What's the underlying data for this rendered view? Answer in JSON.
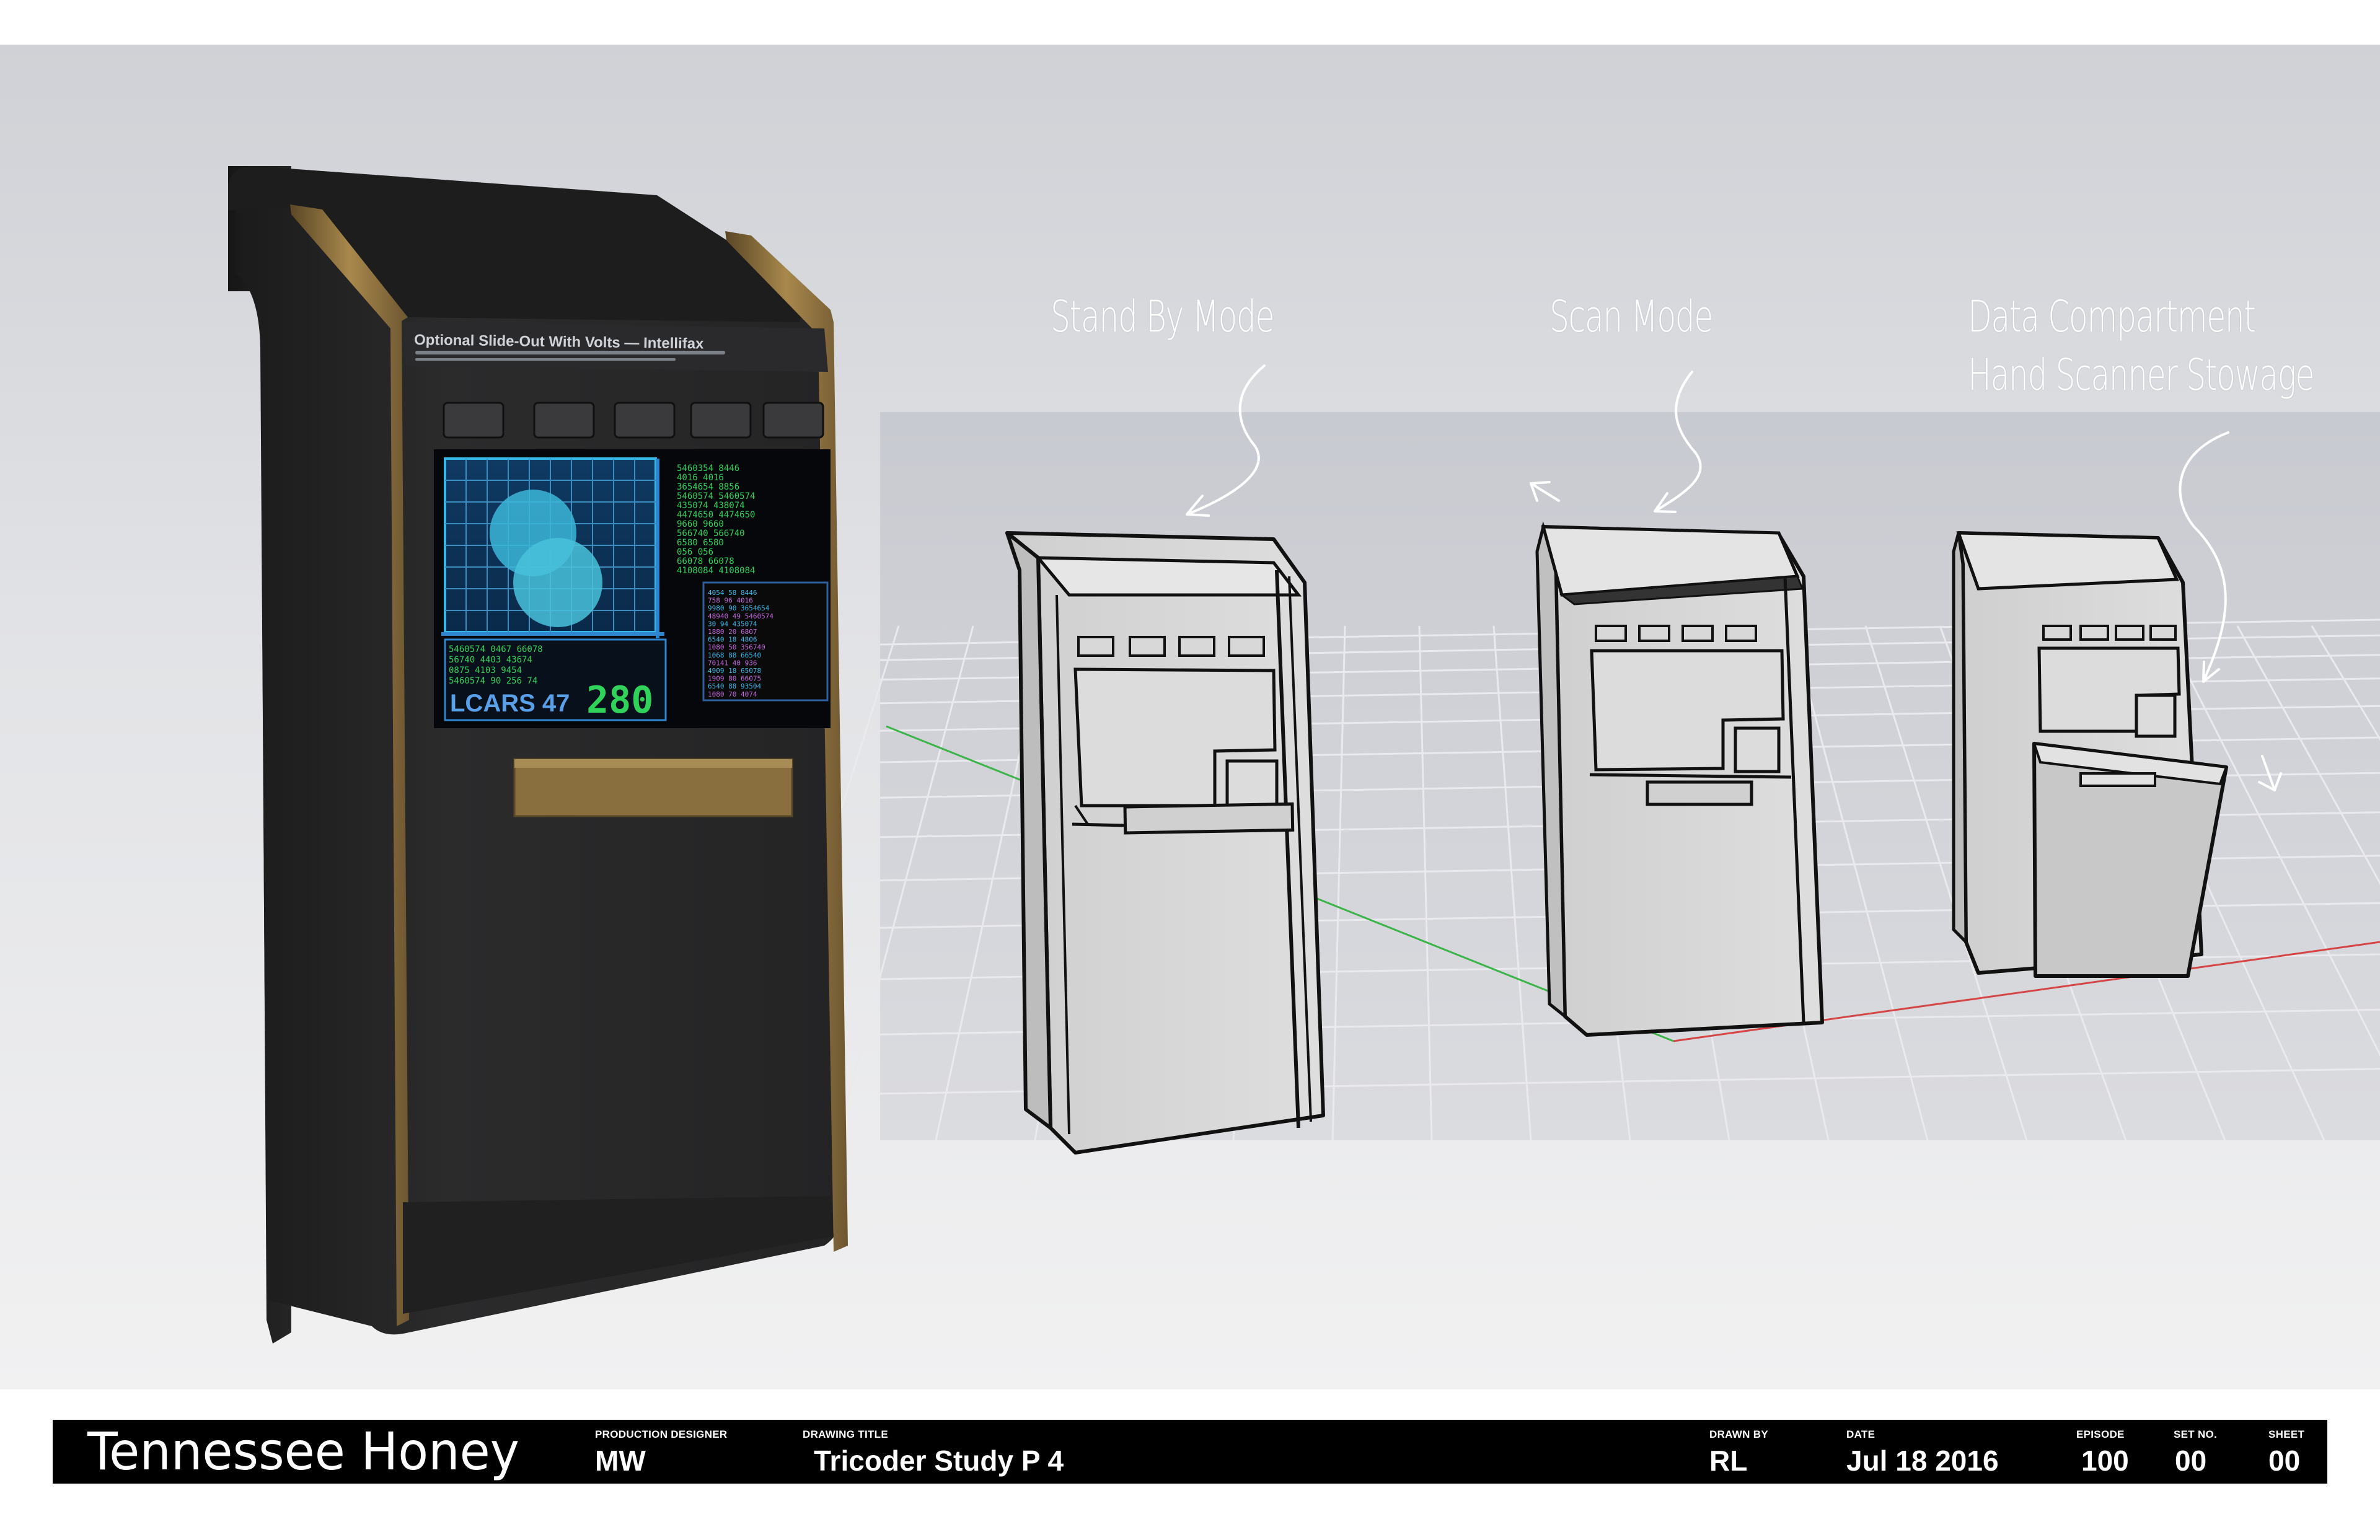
{
  "callouts": {
    "standby": "Stand By Mode",
    "scan": "Scan Mode",
    "data_line1": "Data Compartment",
    "data_line2": "Hand Scanner Stowage"
  },
  "console_label": "Optional Slide-Out With Volts — Intellifax",
  "screen": {
    "readout_main": "280",
    "readout_logo": "LCARS 47",
    "numbers_right": [
      "5460354 8446",
      "4016 4016",
      "3654654 8856",
      "5460574 5460574",
      "435074 438074",
      "4474650 4474650",
      "9660 9660",
      "566740 566740",
      "6580 6580",
      "056 056",
      "66078 66078",
      "4108084 4108084"
    ],
    "numbers_bottom_left": [
      "5460574 0467 66078",
      "56740 4403 43674",
      "0875 4103 9454",
      "5460574 90 256 74"
    ],
    "numbers_small": [
      "4054 58 8446",
      "758 96 4016",
      "9980 90 3654654",
      "48940 49 5460574",
      "30 94 435074",
      "1880 20 6807",
      "6540 18 4806",
      "1080 50 356740",
      "1068 88 66540",
      "70141 40 936",
      "4909 18 65078",
      "1909 80 66075",
      "6540 88 93504",
      "1080 70 4074"
    ]
  },
  "colors": {
    "device_body": "#262627",
    "brass_trim": "#8a6f3e",
    "screen_cyan": "#2fb7d9",
    "screen_green": "#2fd35a",
    "callout_text": "#ffffff",
    "axis_green": "#3cb44a",
    "axis_red": "#d64545"
  },
  "title_block": {
    "show": "Tennessee Honey",
    "production_designer_label": "PRODUCTION DESIGNER",
    "production_designer": "MW",
    "drawing_title_label": "DRAWING TITLE",
    "drawing_title": "Tricoder Study P 4",
    "drawn_by_label": "DRAWN BY",
    "drawn_by": "RL",
    "date_label": "DATE",
    "date": "Jul 18 2016",
    "episode_label": "EPISODE",
    "episode": "100",
    "set_no_label": "SET NO.",
    "set_no": "00",
    "sheet_label": "SHEET",
    "sheet": "00"
  }
}
